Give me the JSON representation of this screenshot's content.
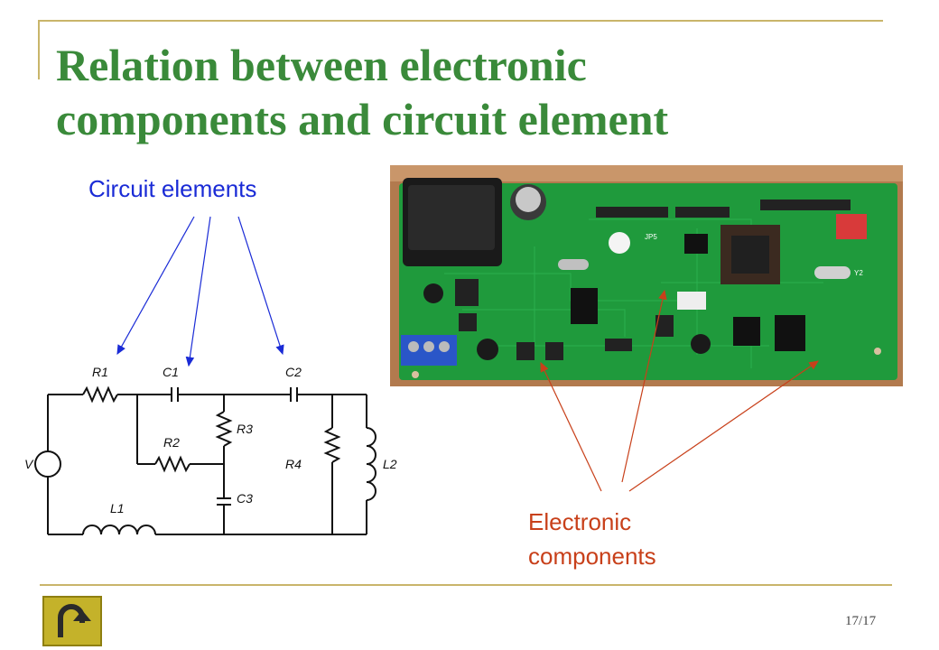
{
  "slide": {
    "title_line1": "Relation between electronic",
    "title_line2": "components and circuit element",
    "label_circuit": "Circuit elements",
    "label_electronic_line1": "Electronic",
    "label_electronic_line2": "components",
    "page_number": "17/17"
  },
  "circuit": {
    "labels": {
      "R1": "R1",
      "C1": "C1",
      "C2": "C2",
      "R2": "R2",
      "R3": "R3",
      "R4": "R4",
      "L1": "L1",
      "L2": "L2",
      "C3": "C3",
      "V": "V"
    }
  },
  "pcb": {
    "silkscreen_jp5": "JP5",
    "silkscreen_y2": "Y2"
  },
  "colors": {
    "title": "#3a8a3a",
    "circuit_label": "#1a2bd6",
    "electronic_label": "#c8401a",
    "frame": "#c9b56a",
    "pcb_board": "#1f9a3c",
    "home_button": "#c4b22a"
  },
  "icons": {
    "home": "return-arrow-icon"
  }
}
